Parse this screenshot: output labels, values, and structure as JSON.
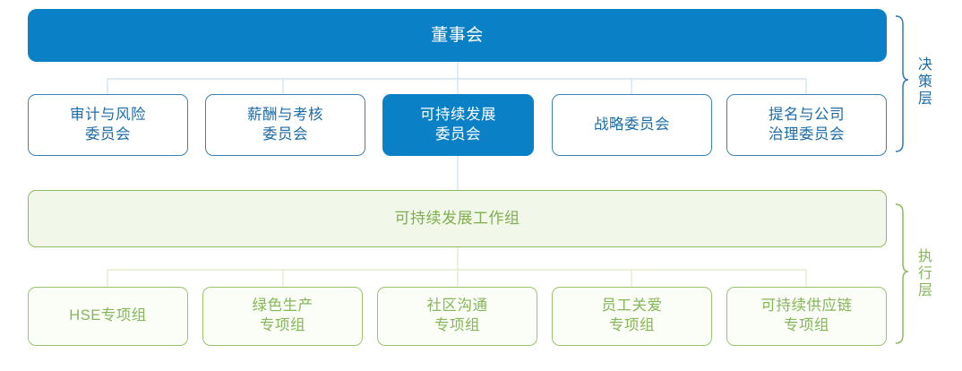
{
  "diagram": {
    "title_text": "董事会",
    "root": {
      "label": "董事会",
      "color": "#0a81c6",
      "text_color": "#ffffff"
    },
    "decision_layer": {
      "label": "决策层",
      "color": "#1c6ca6",
      "committees": [
        {
          "label": "审计与风险\n委员会",
          "highlighted": false
        },
        {
          "label": "薪酬与考核\n委员会",
          "highlighted": false
        },
        {
          "label": "可持续发展\n委员会",
          "highlighted": true
        },
        {
          "label": "战略委员会",
          "highlighted": false
        },
        {
          "label": "提名与公司\n治理委员会",
          "highlighted": false
        }
      ]
    },
    "execution_layer": {
      "label": "执行层",
      "color": "#85b659",
      "workgroup": {
        "label": "可持续发展工作组",
        "fill": "#f2f8e9",
        "border": "#8cbb5c"
      },
      "teams": [
        {
          "label": "HSE专项组"
        },
        {
          "label": "绿色生产\n专项组"
        },
        {
          "label": "社区沟通\n专项组"
        },
        {
          "label": "员工关爱\n专项组"
        },
        {
          "label": "可持续供应链\n专项组"
        }
      ]
    },
    "palette": {
      "blue": "#0a81c6",
      "blue_border": "#3b82b5",
      "blue_text": "#1c6ca6",
      "green": "#8cbb5c",
      "green_text": "#85b659",
      "green_fill": "#f2f8e9",
      "white": "#ffffff"
    }
  }
}
